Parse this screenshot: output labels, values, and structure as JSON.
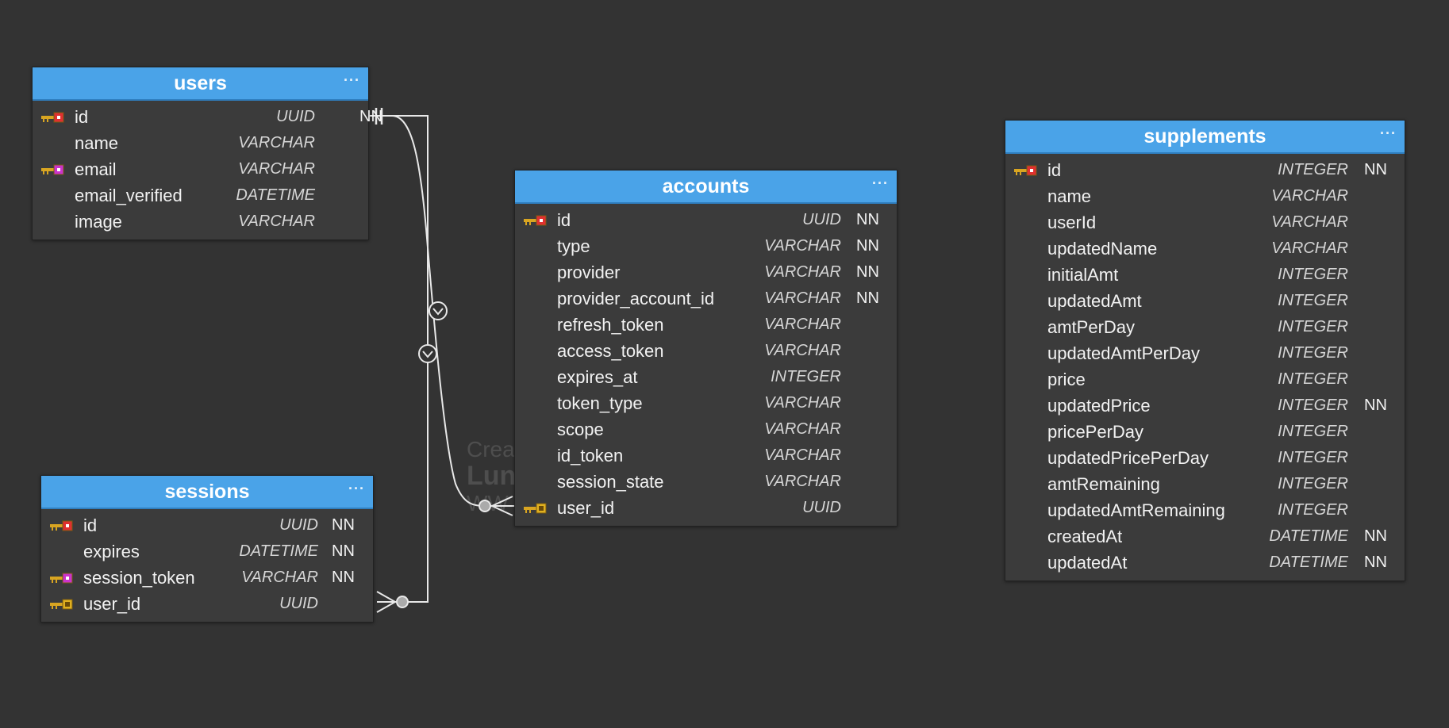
{
  "colors": {
    "canvas": "#333333",
    "table_header": "#4aa3e8",
    "table_body": "#3b3b3b",
    "primary_key": "#e03030",
    "unique_key": "#cc33cc",
    "foreign_key": "#e0b020",
    "connector": "#e8e8e8"
  },
  "watermark": {
    "line1": "Crea",
    "line2": "Lun",
    "line3": "WW"
  },
  "tables": {
    "users": {
      "title": "users",
      "menu": "···",
      "columns": [
        {
          "name": "id",
          "type": "UUID",
          "nn": "NN",
          "key": "primary-key-icon"
        },
        {
          "name": "name",
          "type": "VARCHAR",
          "nn": "",
          "key": ""
        },
        {
          "name": "email",
          "type": "VARCHAR",
          "nn": "",
          "key": "unique-key-icon"
        },
        {
          "name": "email_verified",
          "type": "DATETIME",
          "nn": "",
          "key": ""
        },
        {
          "name": "image",
          "type": "VARCHAR",
          "nn": "",
          "key": ""
        }
      ]
    },
    "accounts": {
      "title": "accounts",
      "menu": "···",
      "columns": [
        {
          "name": "id",
          "type": "UUID",
          "nn": "NN",
          "key": "primary-key-icon"
        },
        {
          "name": "type",
          "type": "VARCHAR",
          "nn": "NN",
          "key": ""
        },
        {
          "name": "provider",
          "type": "VARCHAR",
          "nn": "NN",
          "key": ""
        },
        {
          "name": "provider_account_id",
          "type": "VARCHAR",
          "nn": "NN",
          "key": ""
        },
        {
          "name": "refresh_token",
          "type": "VARCHAR",
          "nn": "",
          "key": ""
        },
        {
          "name": "access_token",
          "type": "VARCHAR",
          "nn": "",
          "key": ""
        },
        {
          "name": "expires_at",
          "type": "INTEGER",
          "nn": "",
          "key": ""
        },
        {
          "name": "token_type",
          "type": "VARCHAR",
          "nn": "",
          "key": ""
        },
        {
          "name": "scope",
          "type": "VARCHAR",
          "nn": "",
          "key": ""
        },
        {
          "name": "id_token",
          "type": "VARCHAR",
          "nn": "",
          "key": ""
        },
        {
          "name": "session_state",
          "type": "VARCHAR",
          "nn": "",
          "key": ""
        },
        {
          "name": "user_id",
          "type": "UUID",
          "nn": "",
          "key": "foreign-key-icon"
        }
      ]
    },
    "sessions": {
      "title": "sessions",
      "menu": "···",
      "columns": [
        {
          "name": "id",
          "type": "UUID",
          "nn": "NN",
          "key": "primary-key-icon"
        },
        {
          "name": "expires",
          "type": "DATETIME",
          "nn": "NN",
          "key": ""
        },
        {
          "name": "session_token",
          "type": "VARCHAR",
          "nn": "NN",
          "key": "unique-key-icon"
        },
        {
          "name": "user_id",
          "type": "UUID",
          "nn": "",
          "key": "foreign-key-icon"
        }
      ]
    },
    "supplements": {
      "title": "supplements",
      "menu": "···",
      "columns": [
        {
          "name": "id",
          "type": "INTEGER",
          "nn": "NN",
          "key": "primary-key-icon"
        },
        {
          "name": "name",
          "type": "VARCHAR",
          "nn": "",
          "key": ""
        },
        {
          "name": "userId",
          "type": "VARCHAR",
          "nn": "",
          "key": ""
        },
        {
          "name": "updatedName",
          "type": "VARCHAR",
          "nn": "",
          "key": ""
        },
        {
          "name": "initialAmt",
          "type": "INTEGER",
          "nn": "",
          "key": ""
        },
        {
          "name": "updatedAmt",
          "type": "INTEGER",
          "nn": "",
          "key": ""
        },
        {
          "name": "amtPerDay",
          "type": "INTEGER",
          "nn": "",
          "key": ""
        },
        {
          "name": "updatedAmtPerDay",
          "type": "INTEGER",
          "nn": "",
          "key": ""
        },
        {
          "name": "price",
          "type": "INTEGER",
          "nn": "",
          "key": ""
        },
        {
          "name": "updatedPrice",
          "type": "INTEGER",
          "nn": "NN",
          "key": ""
        },
        {
          "name": "pricePerDay",
          "type": "INTEGER",
          "nn": "",
          "key": ""
        },
        {
          "name": "updatedPricePerDay",
          "type": "INTEGER",
          "nn": "",
          "key": ""
        },
        {
          "name": "amtRemaining",
          "type": "INTEGER",
          "nn": "",
          "key": ""
        },
        {
          "name": "updatedAmtRemaining",
          "type": "INTEGER",
          "nn": "",
          "key": ""
        },
        {
          "name": "createdAt",
          "type": "DATETIME",
          "nn": "NN",
          "key": ""
        },
        {
          "name": "updatedAt",
          "type": "DATETIME",
          "nn": "NN",
          "key": ""
        }
      ]
    }
  },
  "relationships": [
    {
      "from": "users.id",
      "to": "accounts.user_id",
      "cardinality": "one-to-zero-or-many"
    },
    {
      "from": "users.id",
      "to": "sessions.user_id",
      "cardinality": "one-to-zero-or-many"
    }
  ]
}
